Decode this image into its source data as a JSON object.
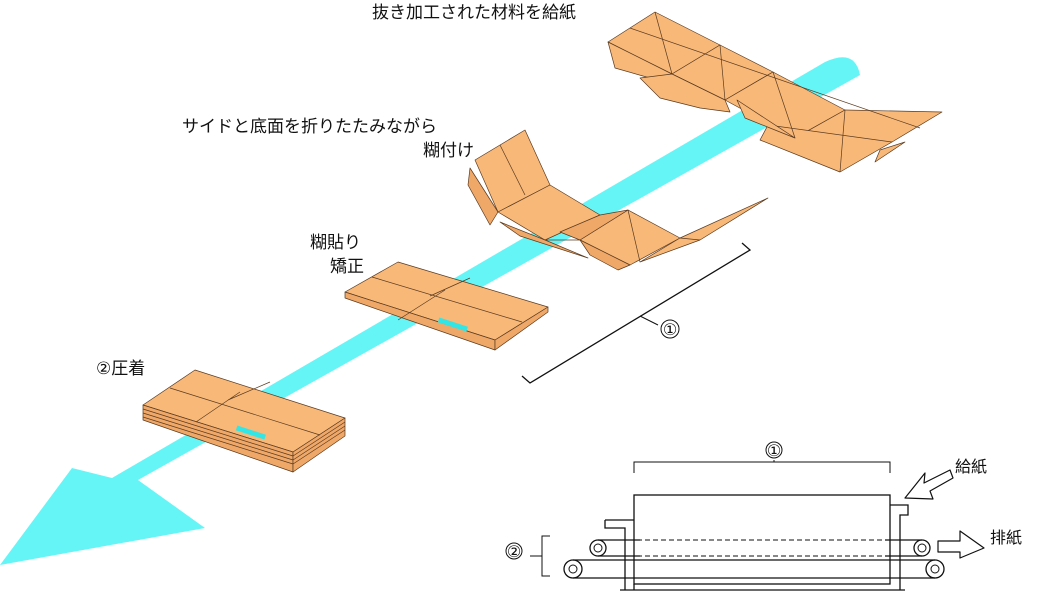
{
  "colors": {
    "flow_arrow": "#66F5F7",
    "carton": "#F8B878",
    "glue": "#33E6E6"
  },
  "steps": {
    "feed_label": "抜き加工された材料を給紙",
    "fold_label_line1": "サイドと底面を折りたたみながら",
    "fold_label_line2": "糊付け",
    "glue_label_line1": "糊貼り",
    "glue_label_line2": "矯正",
    "press_label": "②圧着"
  },
  "section_marker_1": "①",
  "machine": {
    "section1_label": "①",
    "section2_label": "②",
    "feed_label": "給紙",
    "discharge_label": "排紙"
  }
}
